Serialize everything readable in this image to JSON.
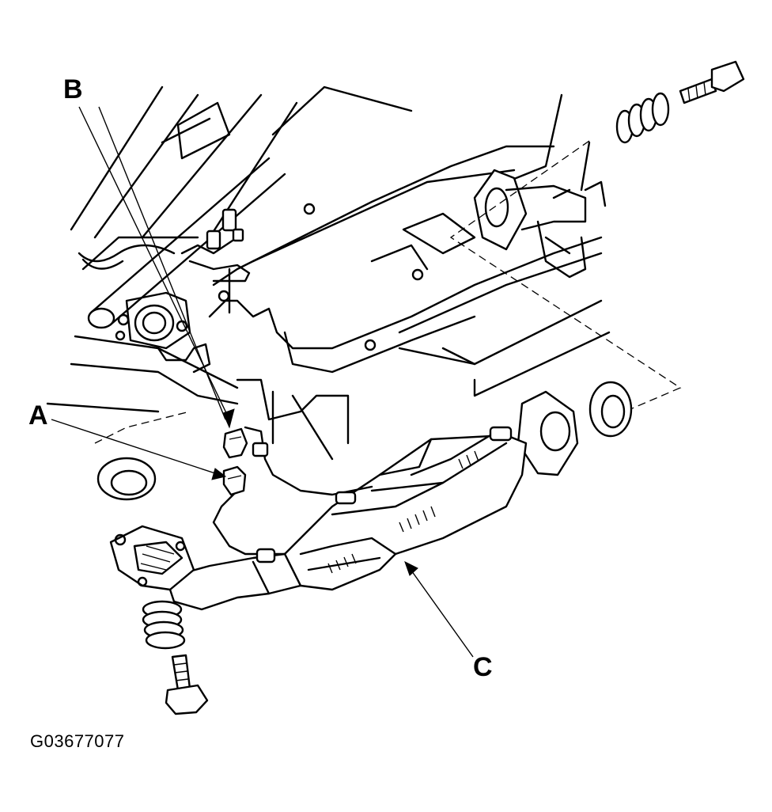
{
  "callouts": {
    "a": "A",
    "b": "B",
    "c": "C"
  },
  "figure_id": "G03677077"
}
